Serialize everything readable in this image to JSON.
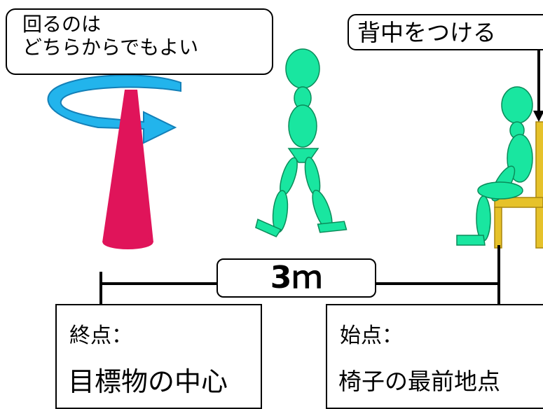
{
  "callouts": {
    "turn_note_line1": "回るのは",
    "turn_note_line2": "どちらからでもよい",
    "back_note": "背中をつける"
  },
  "distance": {
    "label": "3ｍ"
  },
  "endpoint": {
    "title": "終点：",
    "body": "目標物の中心"
  },
  "startpoint": {
    "title": "始点：",
    "body": "椅子の最前地点"
  },
  "colors": {
    "figure": "#19E6A0",
    "cone": "#E0145A",
    "turn_arrow": "#22B4EC",
    "chair": "#E6C22A",
    "line": "#000000"
  }
}
